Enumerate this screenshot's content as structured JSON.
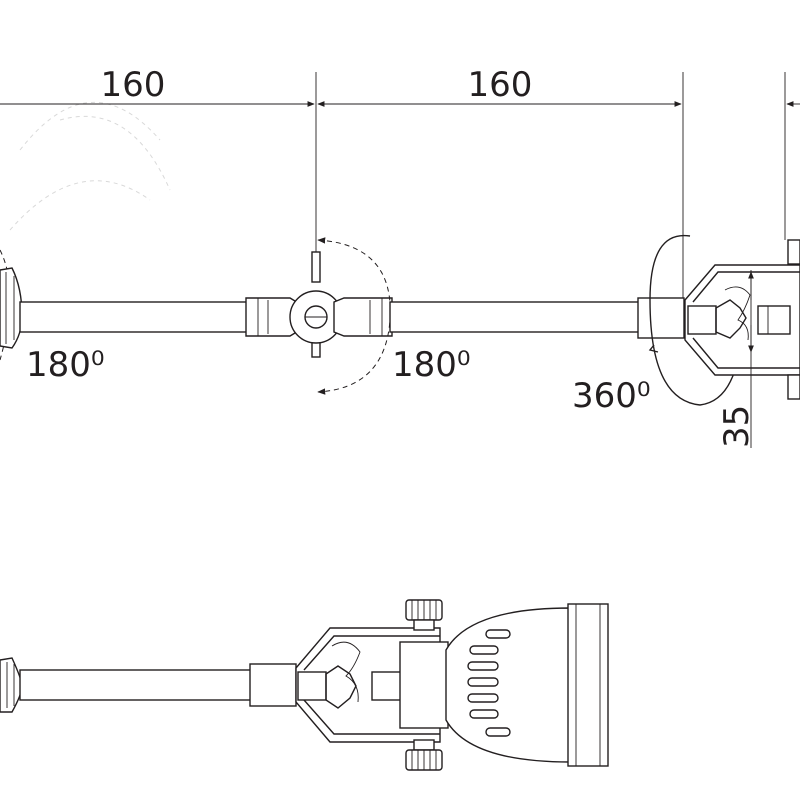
{
  "dimensions": {
    "arm1_length": "160",
    "arm2_length": "160",
    "joint1_rotation": "180⁰",
    "joint2_rotation": "180⁰",
    "base_rotation": "360⁰",
    "height": "35"
  }
}
